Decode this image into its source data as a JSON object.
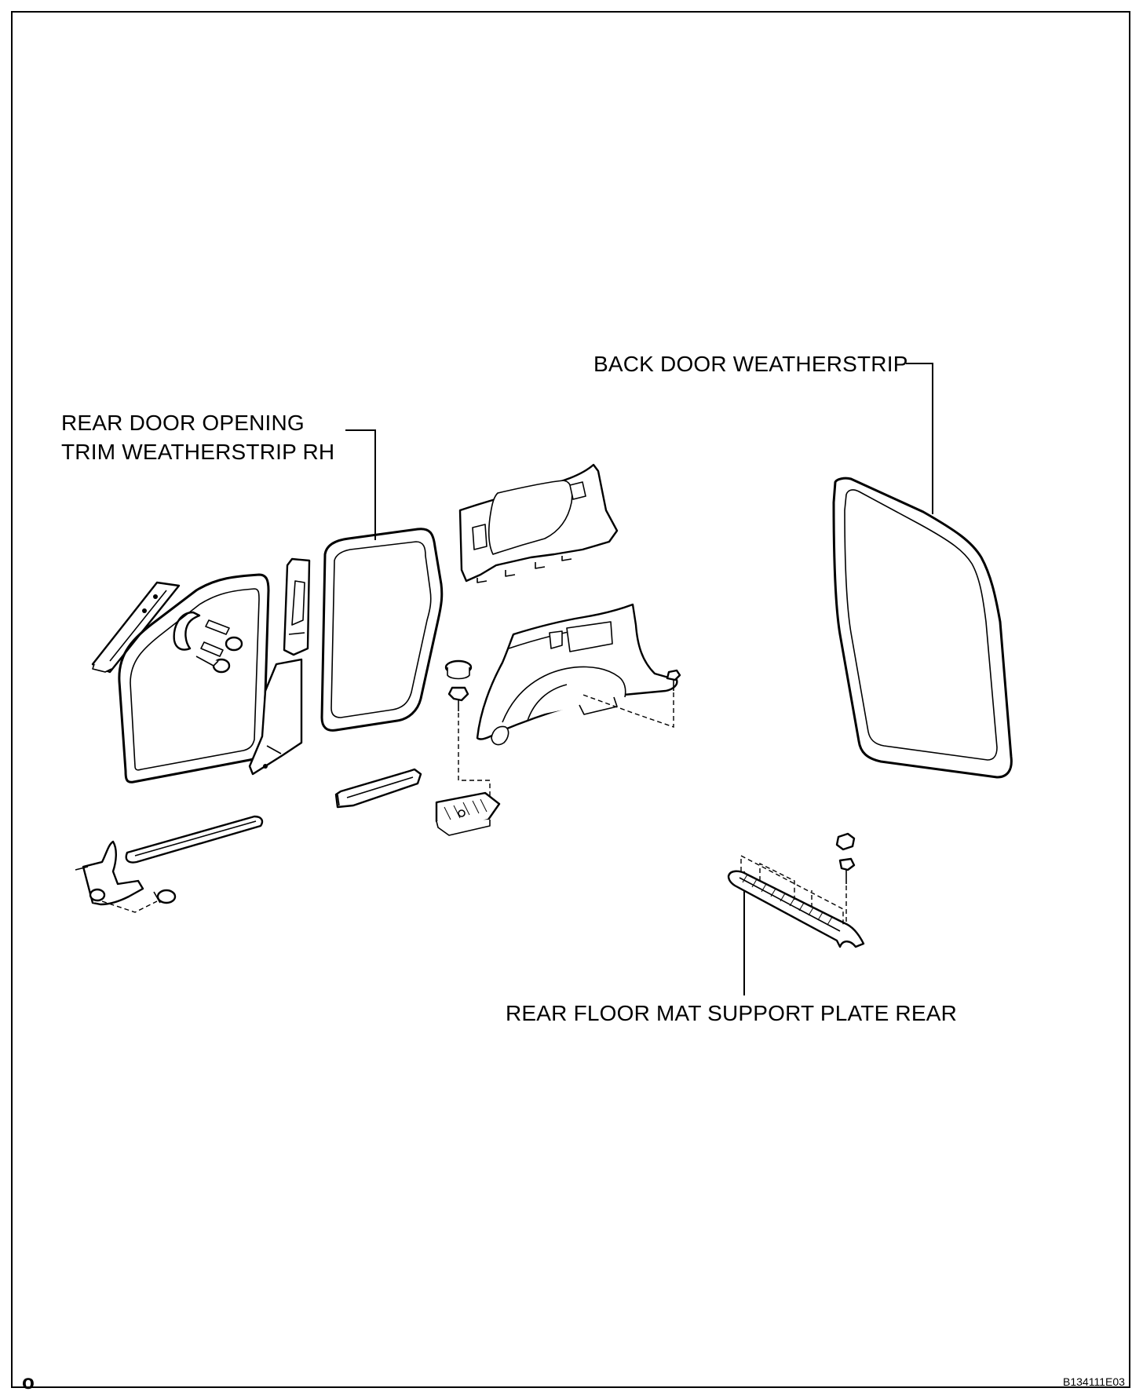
{
  "diagram": {
    "labels": {
      "rear_door_opening_trim_line1": "REAR DOOR OPENING",
      "rear_door_opening_trim_line2": "TRIM WEATHERSTRIP RH",
      "back_door_weatherstrip": "BACK DOOR WEATHERSTRIP",
      "rear_floor_mat_support_plate": "REAR FLOOR MAT SUPPORT PLATE REAR"
    },
    "corner_mark": "o",
    "figure_code": "B134111E03"
  }
}
